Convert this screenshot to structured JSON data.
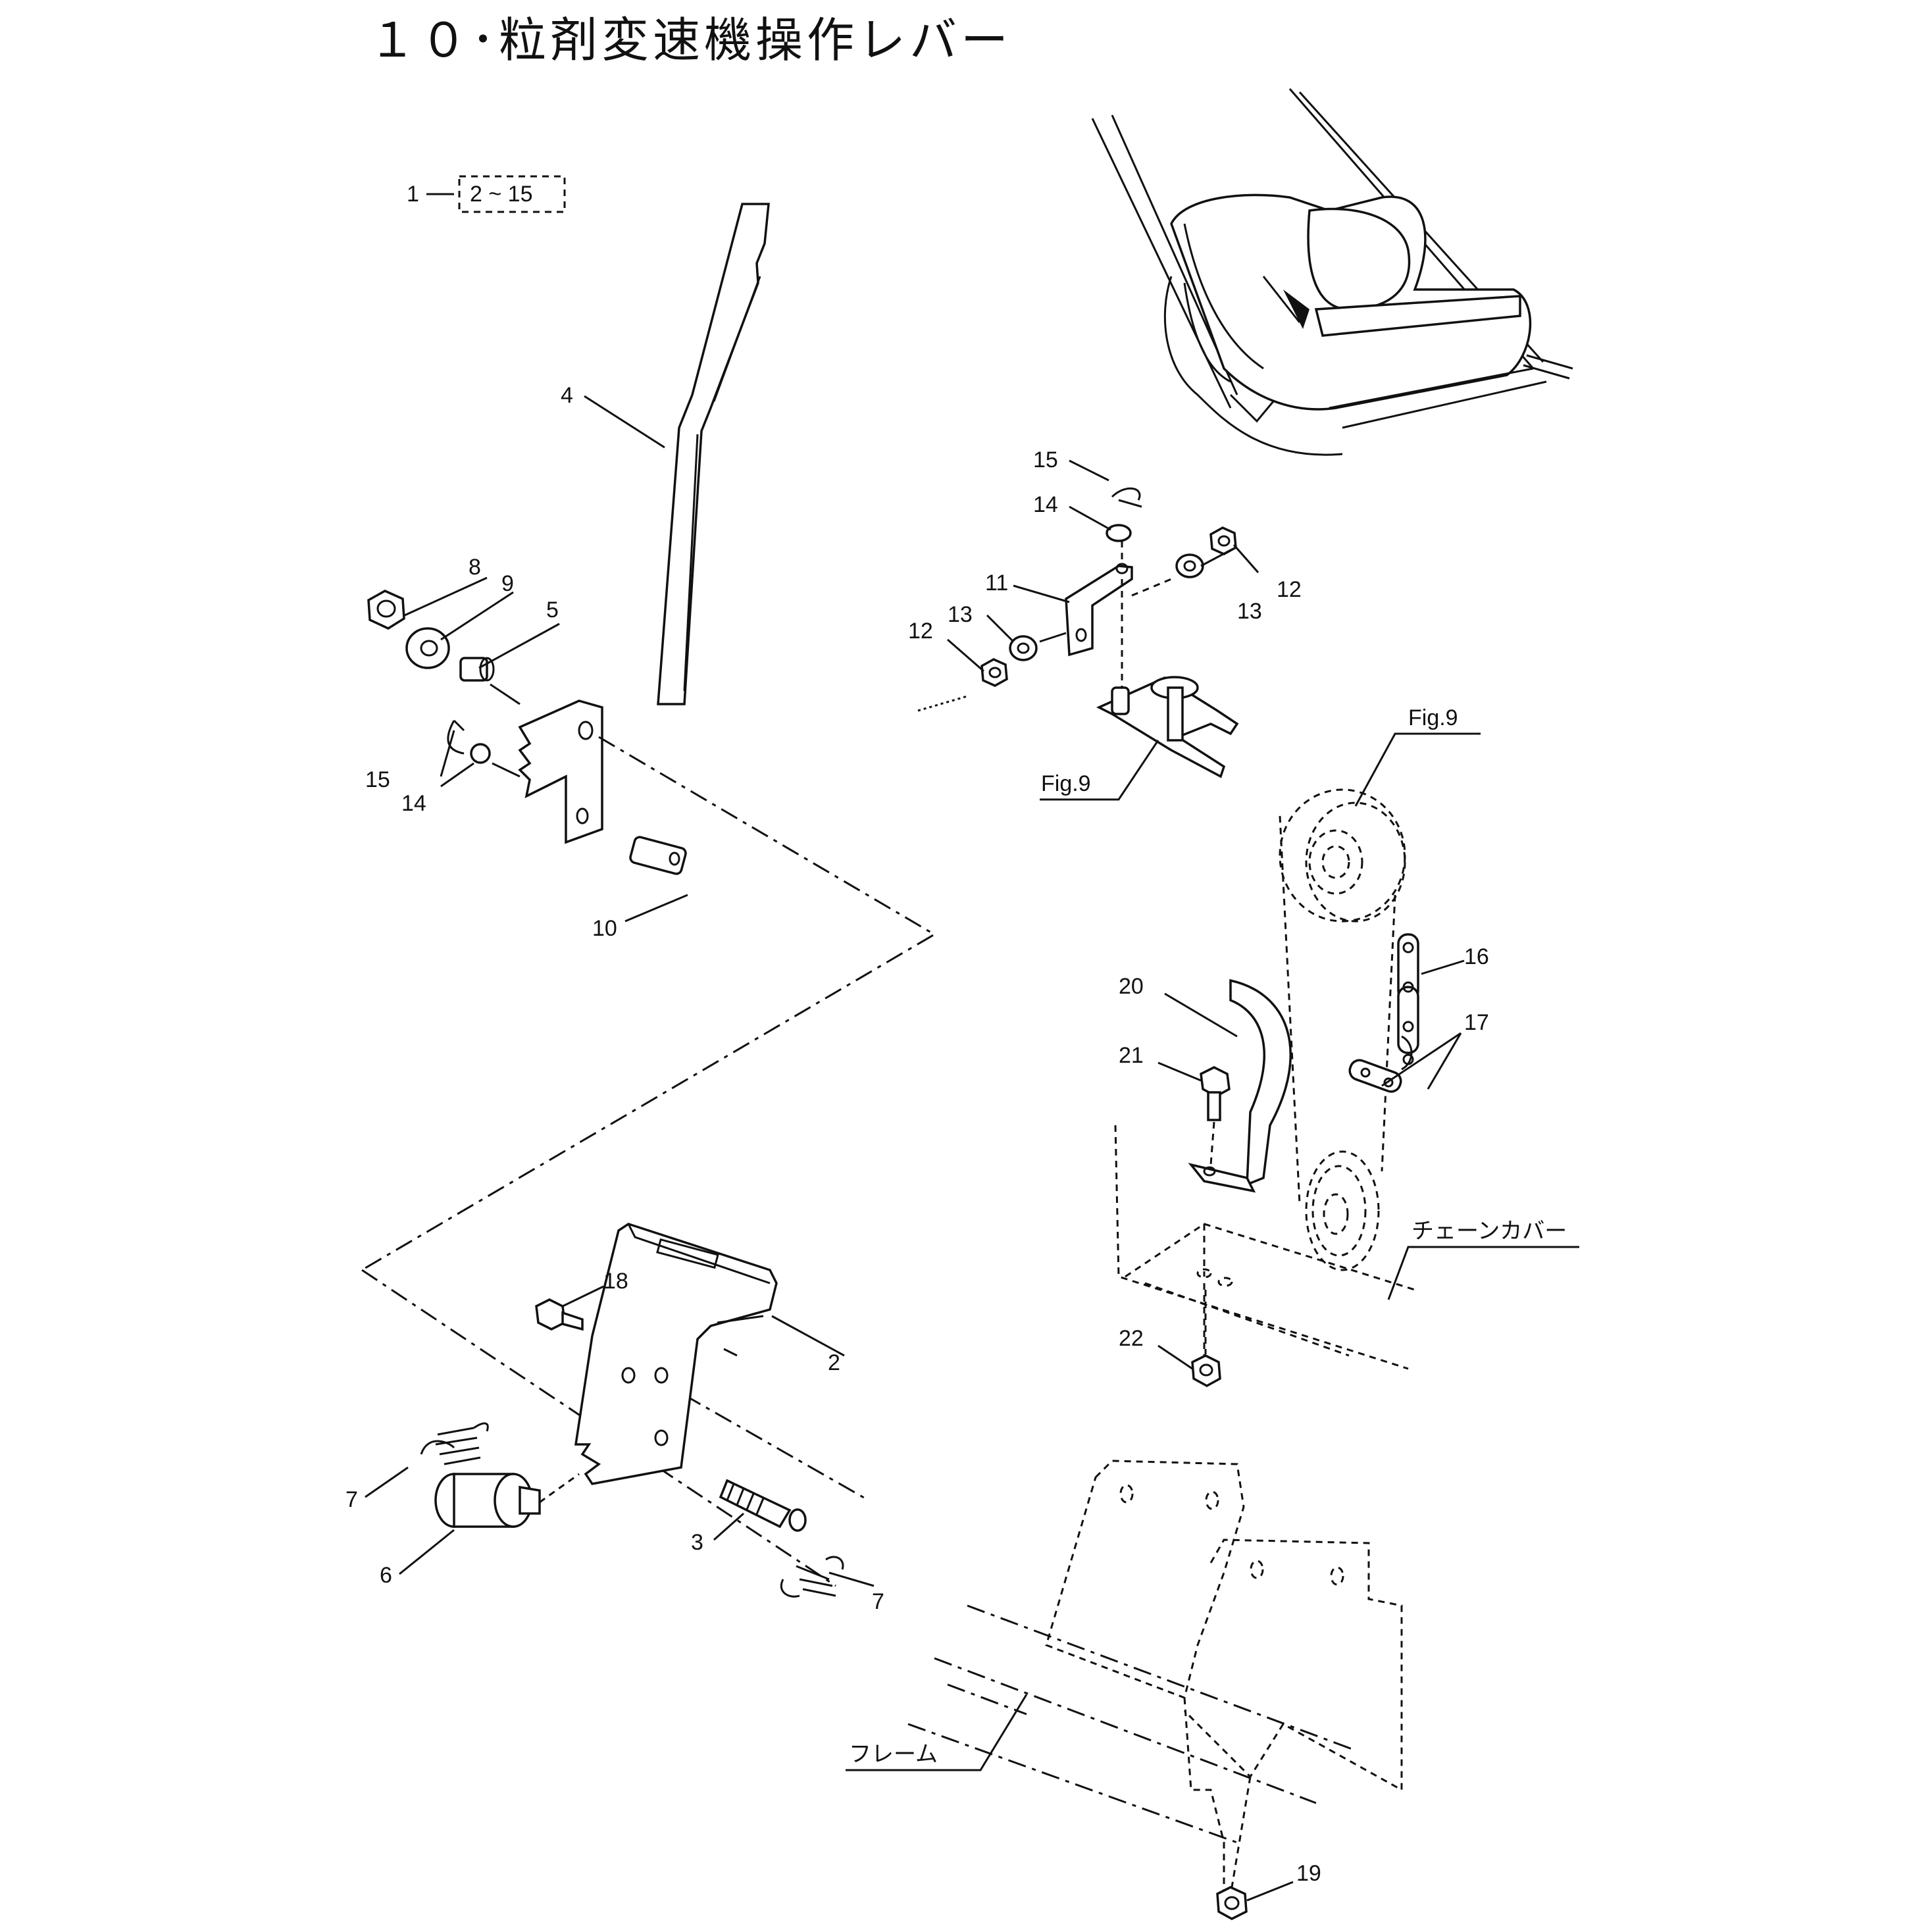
{
  "title": "１０･粒剤変速機操作レバー",
  "kit": {
    "number": "1",
    "range": "2 ~ 15"
  },
  "callouts": {
    "c2": "2",
    "c3": "3",
    "c4": "4",
    "c5": "5",
    "c6": "6",
    "c7a": "7",
    "c7b": "7",
    "c8": "8",
    "c9": "9",
    "c10": "10",
    "c11": "11",
    "c12a": "12",
    "c12b": "12",
    "c13a": "13",
    "c13b": "13",
    "c14a": "14",
    "c14b": "14",
    "c15a": "15",
    "c15b": "15",
    "c16": "16",
    "c17": "17",
    "c18": "18",
    "c19": "19",
    "c20": "20",
    "c21": "21",
    "c22": "22"
  },
  "references": {
    "fig9_lever": "Fig.9",
    "fig9_sprocket": "Fig.9"
  },
  "labels": {
    "chain_cover": "チェーンカバー",
    "frame": "フレーム"
  }
}
